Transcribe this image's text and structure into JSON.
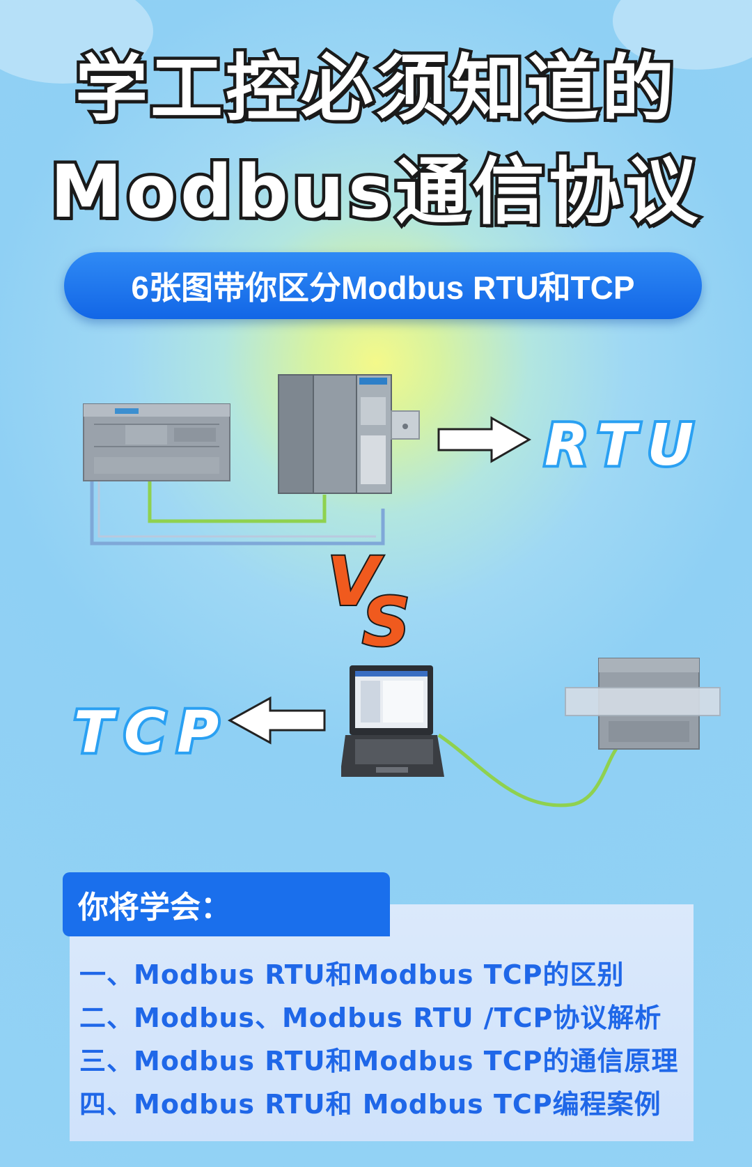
{
  "title": {
    "line1": "学工控必须知道的",
    "line2": "Modbus通信协议"
  },
  "subtitle": "6张图带你区分Modbus RTU和TCP",
  "labels": {
    "rtu": "RTU",
    "tcp": "TCP",
    "vs_v": "V",
    "vs_s": "S"
  },
  "learn": {
    "heading": "你将学会：",
    "items": [
      "一、Modbus RTU和Modbus TCP的区别",
      "二、Modbus、Modbus RTU /TCP协议解析",
      "三、Modbus RTU和Modbus TCP的通信原理",
      "四、Modbus RTU和 Modbus TCP编程案例"
    ]
  },
  "colors": {
    "accent_blue": "#1a6fec",
    "outline_blue": "#2aa0f2",
    "cable_green": "#8fd14f",
    "vs_orange": "#f05a1e"
  }
}
